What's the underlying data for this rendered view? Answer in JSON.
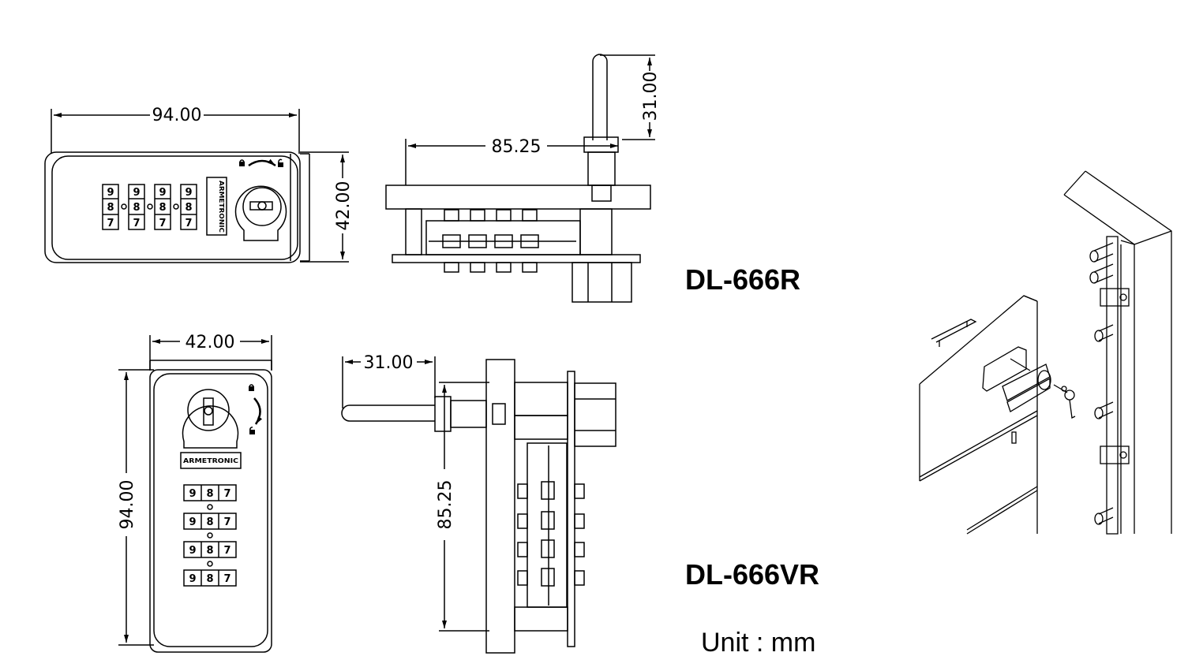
{
  "dimensions": {
    "front_h_width": "94.00",
    "front_h_height": "42.00",
    "side_h_length": "85.25",
    "side_h_bolt": "31.00",
    "front_v_width": "42.00",
    "front_v_height": "94.00",
    "side_v_bolt": "31.00",
    "side_v_length": "85.25"
  },
  "wheel_digits": {
    "top": "9",
    "middle": "8",
    "bottom": "7"
  },
  "brand_text": "ARMETRONIC",
  "models": {
    "horizontal": "DL-666R",
    "vertical": "DL-666VR"
  },
  "unit_label": "Unit : mm"
}
